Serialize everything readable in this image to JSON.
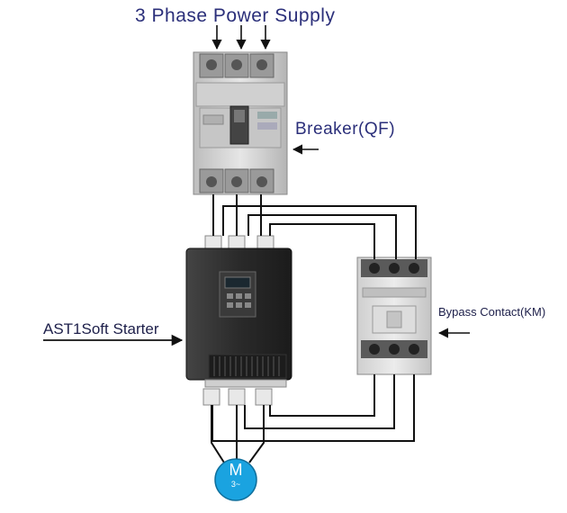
{
  "labels": {
    "title": "3 Phase Power Supply",
    "breaker": "Breaker(QF)",
    "soft_starter": "AST1Soft Starter",
    "bypass": "Bypass Contact(KM)"
  },
  "motor": {
    "letter": "M",
    "phase": "3~"
  },
  "colors": {
    "label_text": "#2b2f7a",
    "wire": "#111111",
    "motor_fill": "#1aa3e0",
    "device_body": "#d9d9d9",
    "starter_body": "#2a2a2a"
  }
}
